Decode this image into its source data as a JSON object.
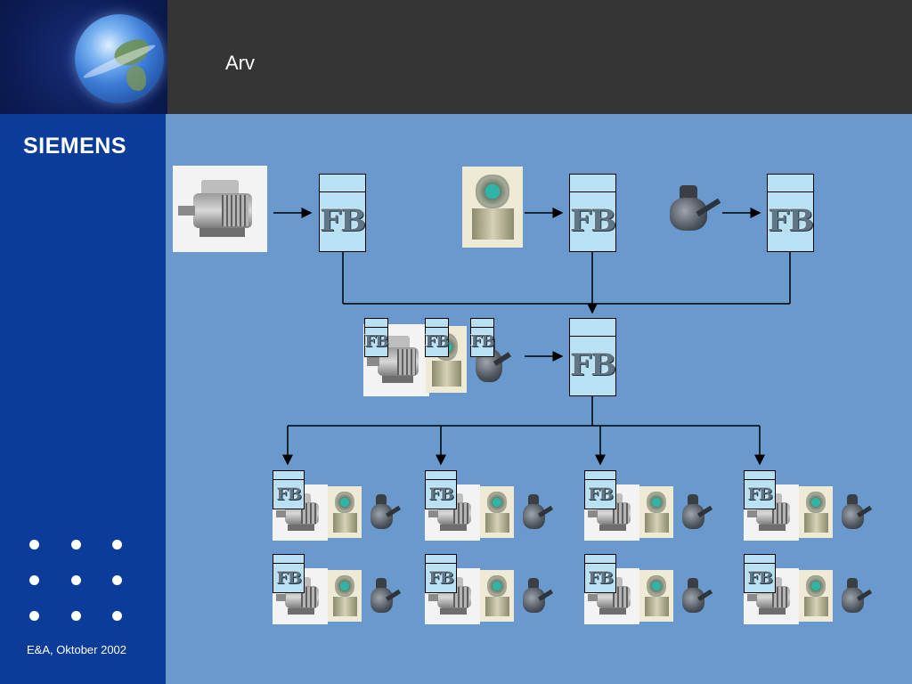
{
  "slide": {
    "title": "Arv",
    "footer": "E&A, Oktober 2002",
    "brand": {
      "logo": "SIEMENS"
    }
  },
  "diagram": {
    "block_label": "FB",
    "photos": {
      "motor": "motor-photo",
      "transmitter": "transmitter-photo",
      "valve": "valve-actuator-photo"
    }
  },
  "colors": {
    "background": "#6a9acd",
    "sidebar": "#0b3c9a",
    "header": "#353535",
    "block_fill": "#b8e2f4"
  }
}
